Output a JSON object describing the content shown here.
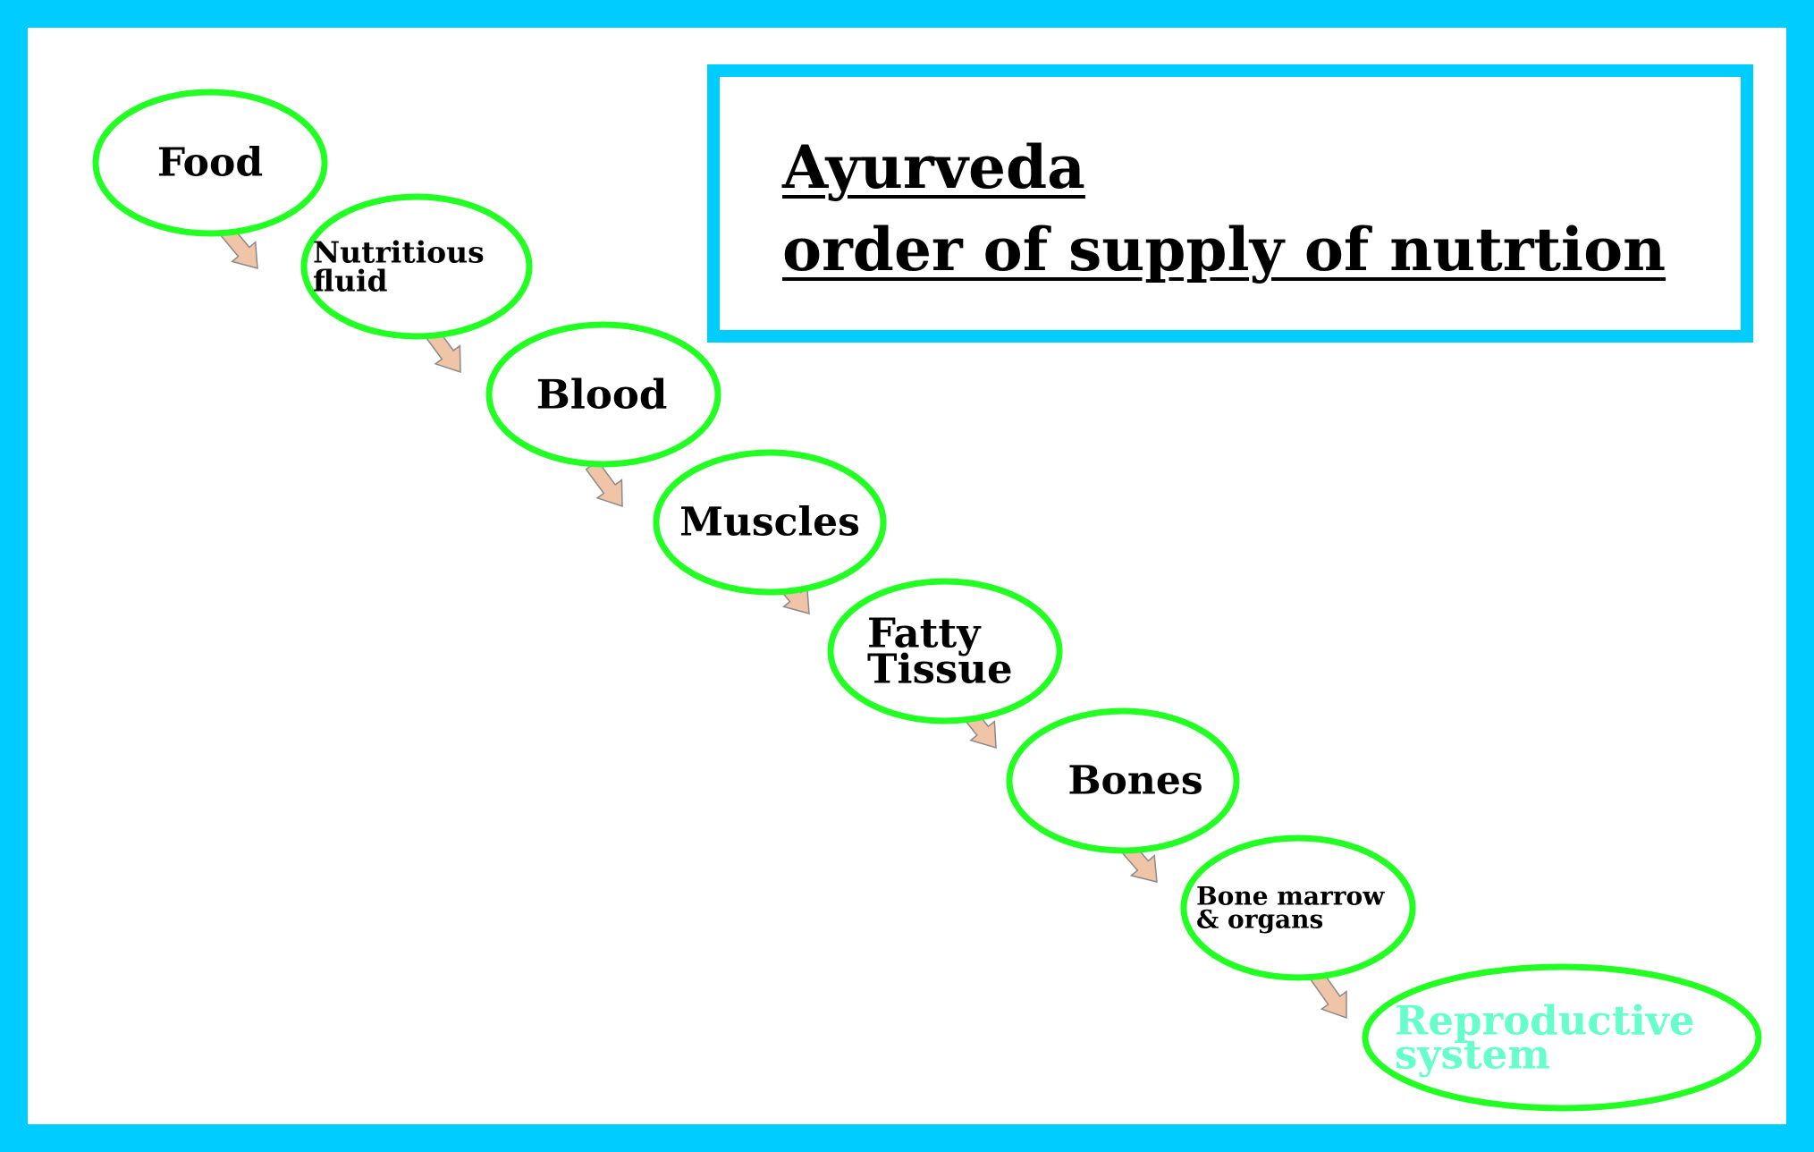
{
  "title": {
    "line1": "Ayurveda",
    "line2": "order of supply of nutrtion"
  },
  "colors": {
    "frame": "#00CCFF",
    "node_outline": "#22FF22",
    "arrow_fill": "#F0C4A6",
    "text": "#000000",
    "final_text": "#66FFCC"
  },
  "nodes": [
    {
      "lines": [
        "Food"
      ]
    },
    {
      "lines": [
        "Nutritious",
        "fluid"
      ]
    },
    {
      "lines": [
        "Blood"
      ]
    },
    {
      "lines": [
        "Muscles"
      ]
    },
    {
      "lines": [
        "Fatty",
        "Tissue"
      ]
    },
    {
      "lines": [
        "Bones"
      ]
    },
    {
      "lines": [
        "Bone marrow",
        "& organs"
      ]
    },
    {
      "lines": [
        "Reproductive",
        "system"
      ]
    }
  ]
}
